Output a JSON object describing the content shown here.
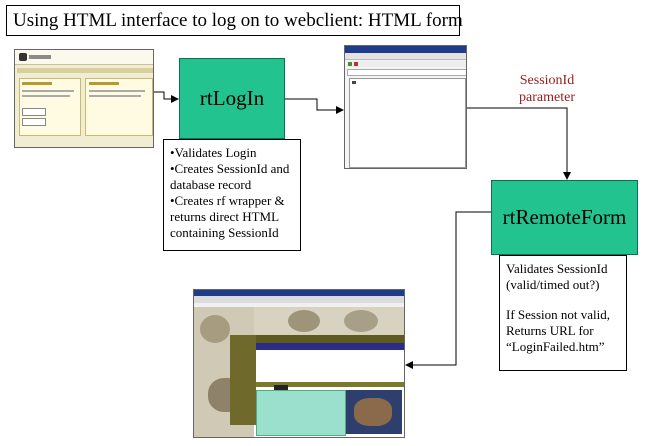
{
  "title": "Using HTML interface to log on to webclient: HTML form",
  "colors": {
    "node_fill": "#22c38f",
    "session_label": "#9b1b1b",
    "arrow": "#000000"
  },
  "nodes": {
    "login": {
      "label": "rtLogIn"
    },
    "remote": {
      "label": "rtRemoteForm"
    }
  },
  "login_notes": [
    "•Validates Login",
    "•Creates SessionId and database record",
    "•Creates rf wrapper & returns direct HTML containing SessionId"
  ],
  "session_param": {
    "line1": "SessionId",
    "line2": "parameter"
  },
  "remote_notes": {
    "line1": "Validates SessionId (valid/timed out?)",
    "line2": "If Session not valid, Returns URL for “LoginFailed.htm”"
  }
}
